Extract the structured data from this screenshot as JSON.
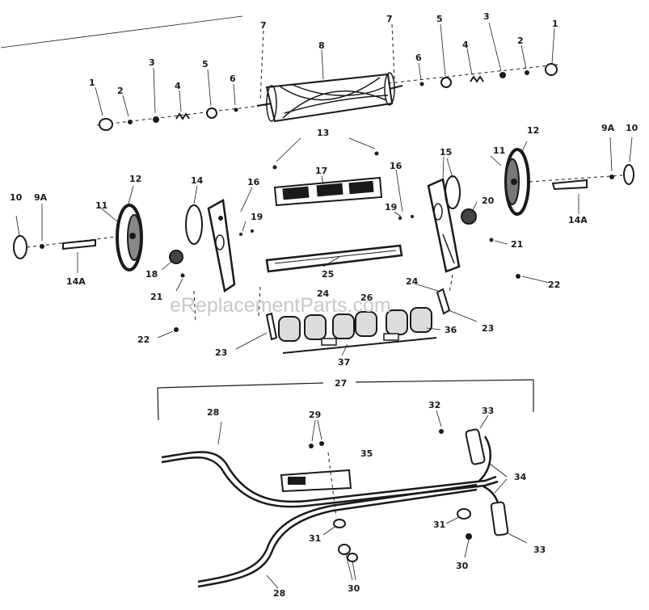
{
  "watermark": "eReplacementParts.com",
  "callouts": [
    {
      "id": "c1-tl",
      "text": "1"
    },
    {
      "id": "c2-tl",
      "text": "2"
    },
    {
      "id": "c3-tl",
      "text": "3"
    },
    {
      "id": "c4-tl",
      "text": "4"
    },
    {
      "id": "c5-tl",
      "text": "5"
    },
    {
      "id": "c6-tl",
      "text": "6"
    },
    {
      "id": "c7-tl",
      "text": "7"
    },
    {
      "id": "c8",
      "text": "8"
    },
    {
      "id": "c7-tr",
      "text": "7"
    },
    {
      "id": "c6-tr",
      "text": "6"
    },
    {
      "id": "c5-tr",
      "text": "5"
    },
    {
      "id": "c4-tr",
      "text": "4"
    },
    {
      "id": "c3-tr",
      "text": "3"
    },
    {
      "id": "c2-tr",
      "text": "2"
    },
    {
      "id": "c1-tr",
      "text": "1"
    },
    {
      "id": "c13",
      "text": "13"
    },
    {
      "id": "c17",
      "text": "17"
    },
    {
      "id": "c16-l",
      "text": "16"
    },
    {
      "id": "c16-r",
      "text": "16"
    },
    {
      "id": "c15",
      "text": "15"
    },
    {
      "id": "c12-r",
      "text": "12"
    },
    {
      "id": "c11-r",
      "text": "11"
    },
    {
      "id": "c9a-r",
      "text": "9A"
    },
    {
      "id": "c10-r",
      "text": "10"
    },
    {
      "id": "c12-l",
      "text": "12"
    },
    {
      "id": "c11-l",
      "text": "11"
    },
    {
      "id": "c10-l",
      "text": "10"
    },
    {
      "id": "c9a-l",
      "text": "9A"
    },
    {
      "id": "c14-l",
      "text": "14"
    },
    {
      "id": "c19-l",
      "text": "19"
    },
    {
      "id": "c19-r",
      "text": "19"
    },
    {
      "id": "c20",
      "text": "20"
    },
    {
      "id": "c14a-r",
      "text": "14A"
    },
    {
      "id": "c14a-l",
      "text": "14A"
    },
    {
      "id": "c18",
      "text": "18"
    },
    {
      "id": "c21-l",
      "text": "21"
    },
    {
      "id": "c21-r",
      "text": "21"
    },
    {
      "id": "c22-r",
      "text": "22"
    },
    {
      "id": "c25",
      "text": "25"
    },
    {
      "id": "c24-r",
      "text": "24"
    },
    {
      "id": "c24-m",
      "text": "24"
    },
    {
      "id": "c26",
      "text": "26"
    },
    {
      "id": "c23-r",
      "text": "23"
    },
    {
      "id": "c22-l",
      "text": "22"
    },
    {
      "id": "c36",
      "text": "36"
    },
    {
      "id": "c23-l",
      "text": "23"
    },
    {
      "id": "c37",
      "text": "37"
    },
    {
      "id": "c27",
      "text": "27"
    },
    {
      "id": "c28-t",
      "text": "28"
    },
    {
      "id": "c29",
      "text": "29"
    },
    {
      "id": "c32",
      "text": "32"
    },
    {
      "id": "c33-t",
      "text": "33"
    },
    {
      "id": "c35",
      "text": "35"
    },
    {
      "id": "c34",
      "text": "34"
    },
    {
      "id": "c31-r",
      "text": "31"
    },
    {
      "id": "c31-l",
      "text": "31"
    },
    {
      "id": "c30-r",
      "text": "30"
    },
    {
      "id": "c33-b",
      "text": "33"
    },
    {
      "id": "c30-l",
      "text": "30"
    },
    {
      "id": "c28-b",
      "text": "28"
    }
  ]
}
